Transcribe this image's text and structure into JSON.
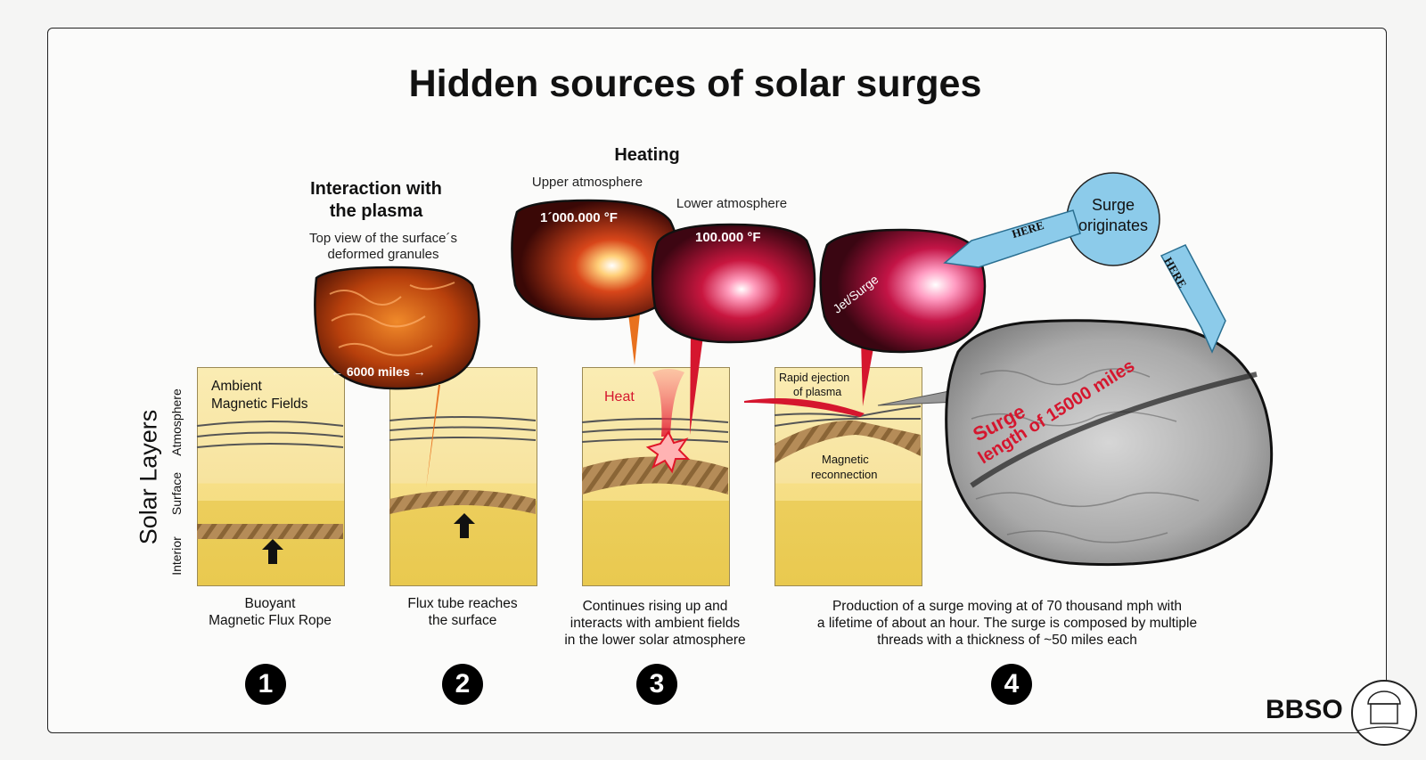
{
  "title": "Hidden sources of solar surges",
  "axis": {
    "label": "Solar Layers",
    "layers": [
      "Interior",
      "Surface",
      "Atmosphere"
    ]
  },
  "stage2_header": {
    "line1": "Interaction with",
    "line2": "the plasma"
  },
  "stage2_sub": {
    "line1": "Top view of the surface´s",
    "line2": "deformed granules"
  },
  "granule_scale": "6000 miles",
  "heating_header": "Heating",
  "upper_atmosphere": {
    "label": "Upper atmosphere",
    "temp": "1´000.000 °F"
  },
  "lower_atmosphere": {
    "label": "Lower atmosphere",
    "temp": "100.000 °F"
  },
  "jet_label": "Jet/Surge",
  "surge_origin": {
    "line1": "Surge",
    "line2": "originates"
  },
  "here_label": "HERE",
  "panel1_label": {
    "line1": "Ambient",
    "line2": "Magnetic Fields"
  },
  "heat_label": "Heat",
  "ejection_label": {
    "line1": "Rapid ejection",
    "line2": "of plasma"
  },
  "reconnection_label": {
    "line1": "Magnetic",
    "line2": "reconnection"
  },
  "surge_word": "Surge",
  "surge_length": "length of 15000 miles",
  "captions": {
    "c1": [
      "Buoyant",
      "Magnetic Flux Rope"
    ],
    "c2": [
      "Flux tube reaches",
      "the surface"
    ],
    "c3": [
      "Continues rising up and",
      "interacts with ambient fields",
      "in the lower solar atmosphere"
    ],
    "c4": [
      "Production of a surge moving at of 70  thousand mph with",
      "a lifetime of about an hour. The surge is composed by multiple",
      "threads with a thickness of ~50 miles  each"
    ]
  },
  "steps": [
    "1",
    "2",
    "3",
    "4"
  ],
  "logo": "BBSO",
  "colors": {
    "panel_top": "#faecb3",
    "panel_bottom": "#e9c94f",
    "rope": "#b08a55",
    "callout_blue": "#8ccbea",
    "accent_red": "#d5162e"
  }
}
